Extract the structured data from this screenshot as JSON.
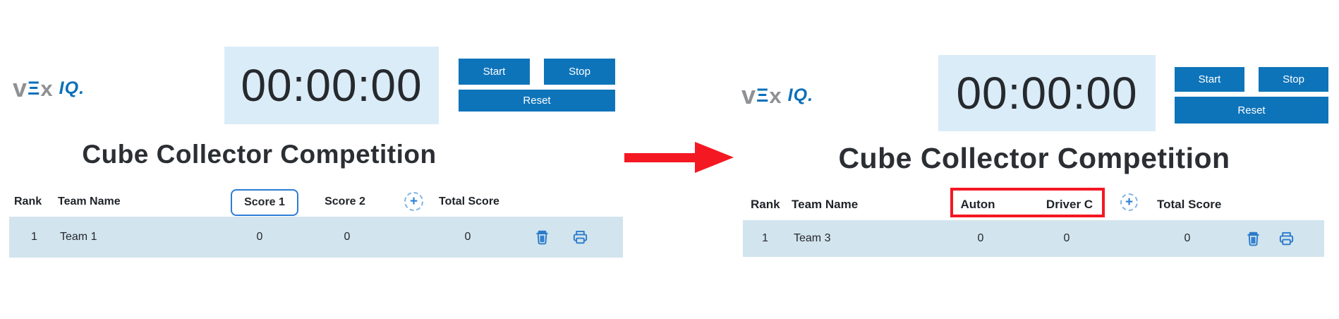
{
  "icons": {
    "add_column": "+"
  },
  "colors": {
    "button_blue": "#0e74ba",
    "timer_background": "#daecf7",
    "row_background": "#d2e4ee",
    "annotation_red": "#f41822",
    "icon_blue": "#2b7bca",
    "logo_blue": "#0a70b8",
    "logo_gray": "#8f9194",
    "score1_box_border": "#2e7cd6"
  },
  "panels": [
    {
      "logo": {
        "v": "v",
        "e": "Ξ",
        "x": "x",
        "iq": "IQ."
      },
      "timer": "00:00:00",
      "buttons": {
        "start": "Start",
        "stop": "Stop",
        "reset": "Reset"
      },
      "title": "Cube Collector Competition",
      "table": {
        "rank_header": "Rank",
        "team_header": "Team Name",
        "score1_header": "Score 1",
        "score2_header": "Score 2",
        "total_header": "Total Score",
        "row": {
          "rank": "1",
          "team": "Team 1",
          "score1": "0",
          "score2": "0",
          "total": "0"
        }
      }
    },
    {
      "logo": {
        "v": "v",
        "e": "Ξ",
        "x": "x",
        "iq": "IQ."
      },
      "timer": "00:00:00",
      "buttons": {
        "start": "Start",
        "stop": "Stop",
        "reset": "Reset"
      },
      "title": "Cube Collector Competition",
      "table": {
        "rank_header": "Rank",
        "team_header": "Team Name",
        "score1_header": "Auton",
        "score2_header": "Driver C",
        "total_header": "Total Score",
        "row": {
          "rank": "1",
          "team": "Team 3",
          "score1": "0",
          "score2": "0",
          "total": "0"
        }
      }
    }
  ]
}
